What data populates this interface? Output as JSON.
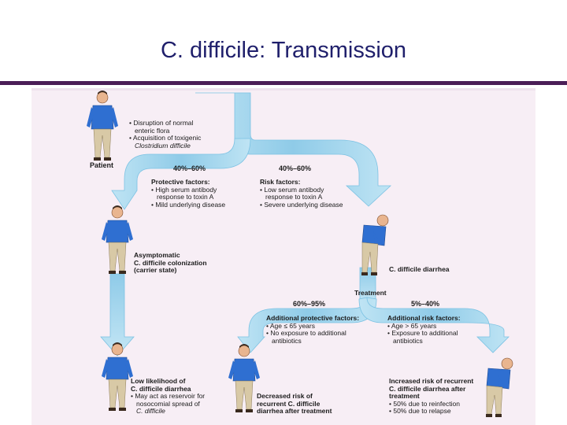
{
  "title": "C. difficile: Transmission",
  "colors": {
    "arrow": "#9fd3ec",
    "arrow_edge": "#62b5dc",
    "panel": "#f7eef5",
    "rule": "#4b1e57",
    "title": "#1f1f6b"
  },
  "patient": {
    "label": "Patient",
    "bullets": [
      "• Disruption of normal",
      "enteric flora",
      "• Acquisition of toxigenic",
      "Clostridium difficile"
    ]
  },
  "branches": {
    "left_pct": "40%–60%",
    "right_pct": "40%–60%",
    "protective": {
      "heading": "Protective factors:",
      "lines": [
        "• High serum antibody",
        "response to toxin A",
        "• Mild underlying disease"
      ]
    },
    "risk": {
      "heading": "Risk factors:",
      "lines": [
        "• Low serum antibody",
        "response to toxin A",
        "• Severe underlying disease"
      ]
    }
  },
  "asymptomatic": {
    "lines": [
      "Asymptomatic",
      "C. difficile colonization",
      "(carrier state)"
    ]
  },
  "diarrhea": {
    "label": "C. difficile diarrhea"
  },
  "treatment": {
    "label": "Treatment",
    "left_pct": "60%–95%",
    "right_pct": "5%–40%",
    "add_protective": {
      "heading": "Additional protective factors:",
      "lines": [
        "• Age ≤ 65 years",
        "• No exposure to additional",
        "antibiotics"
      ]
    },
    "add_risk": {
      "heading": "Additional risk factors:",
      "lines": [
        "• Age > 65 years",
        "• Exposure to additional",
        "antibiotics"
      ]
    }
  },
  "outcomes": {
    "low": {
      "lines": [
        "Low likelihood of",
        "C. difficile diarrhea",
        "• May act as reservoir for",
        "nosocomial spread of",
        "C. difficile"
      ]
    },
    "decreased": {
      "lines": [
        "Decreased risk of",
        "recurrent C. difficile",
        "diarrhea after treatment"
      ]
    },
    "increased": {
      "lines": [
        "Increased risk of recurrent",
        "C. difficile diarrhea after",
        "treatment",
        "• 50% due to reinfection",
        "• 50% due to relapse"
      ]
    }
  }
}
